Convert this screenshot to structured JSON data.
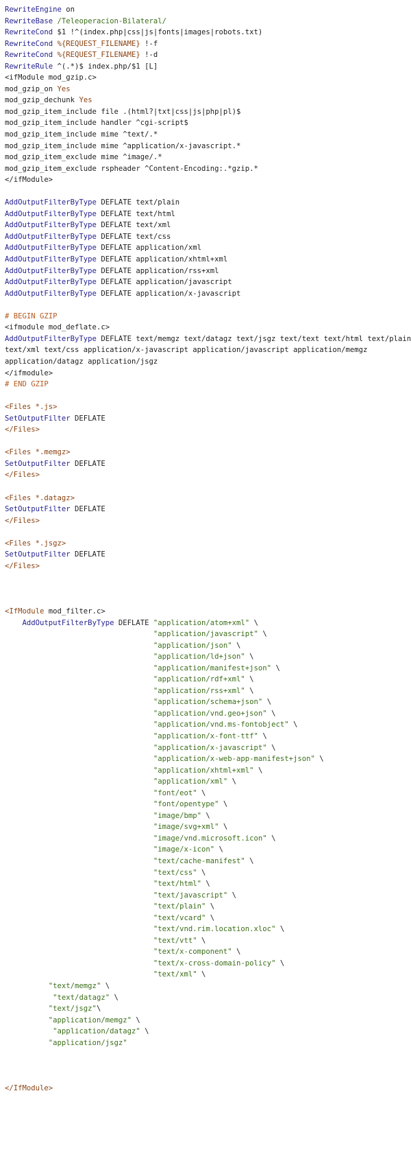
{
  "colors": {
    "directive": "#26238f",
    "string": "#3c6e1a",
    "variable": "#8a4413",
    "comment": "#b5591f",
    "text": "#1c1c1c",
    "background": "#ffffff"
  },
  "lines": [
    [
      {
        "t": "RewriteEngine",
        "c": "directive"
      },
      {
        "t": " on",
        "c": "plain"
      }
    ],
    [
      {
        "t": "RewriteBase",
        "c": "directive"
      },
      {
        "t": " /Teleoperacion-Bilateral/",
        "c": "string"
      }
    ],
    [
      {
        "t": "RewriteCond",
        "c": "directive"
      },
      {
        "t": " $1 !^(index.php|css|js|fonts|images|robots.txt)",
        "c": "plain"
      }
    ],
    [
      {
        "t": "RewriteCond",
        "c": "directive"
      },
      {
        "t": " %{REQUEST_FILENAME}",
        "c": "variable"
      },
      {
        "t": " !-f",
        "c": "plain"
      }
    ],
    [
      {
        "t": "RewriteCond",
        "c": "directive"
      },
      {
        "t": " %{REQUEST_FILENAME}",
        "c": "variable"
      },
      {
        "t": " !-d",
        "c": "plain"
      }
    ],
    [
      {
        "t": "RewriteRule",
        "c": "directive"
      },
      {
        "t": " ^(.*)$ index.php/$1 [L]",
        "c": "plain"
      }
    ],
    [
      {
        "t": "<ifModule mod_gzip.c>",
        "c": "plain"
      }
    ],
    [
      {
        "t": "mod_gzip_on ",
        "c": "plain"
      },
      {
        "t": "Yes",
        "c": "variable"
      }
    ],
    [
      {
        "t": "mod_gzip_dechunk ",
        "c": "plain"
      },
      {
        "t": "Yes",
        "c": "variable"
      }
    ],
    [
      {
        "t": "mod_gzip_item_include file .(html?|txt|css|js|php|pl)$",
        "c": "plain"
      }
    ],
    [
      {
        "t": "mod_gzip_item_include handler ^cgi-script$",
        "c": "plain"
      }
    ],
    [
      {
        "t": "mod_gzip_item_include mime ^text/.*",
        "c": "plain"
      }
    ],
    [
      {
        "t": "mod_gzip_item_include mime ^application/x-javascript.*",
        "c": "plain"
      }
    ],
    [
      {
        "t": "mod_gzip_item_exclude mime ^image/.*",
        "c": "plain"
      }
    ],
    [
      {
        "t": "mod_gzip_item_exclude rspheader ^Content-Encoding:.*gzip.*",
        "c": "plain"
      }
    ],
    [
      {
        "t": "</ifModule>",
        "c": "plain"
      }
    ],
    [],
    [
      {
        "t": "AddOutputFilterByType",
        "c": "directive"
      },
      {
        "t": " DEFLATE text/plain",
        "c": "plain"
      }
    ],
    [
      {
        "t": "AddOutputFilterByType",
        "c": "directive"
      },
      {
        "t": " DEFLATE text/html",
        "c": "plain"
      }
    ],
    [
      {
        "t": "AddOutputFilterByType",
        "c": "directive"
      },
      {
        "t": " DEFLATE text/xml",
        "c": "plain"
      }
    ],
    [
      {
        "t": "AddOutputFilterByType",
        "c": "directive"
      },
      {
        "t": " DEFLATE text/css",
        "c": "plain"
      }
    ],
    [
      {
        "t": "AddOutputFilterByType",
        "c": "directive"
      },
      {
        "t": " DEFLATE application/xml",
        "c": "plain"
      }
    ],
    [
      {
        "t": "AddOutputFilterByType",
        "c": "directive"
      },
      {
        "t": " DEFLATE application/xhtml+xml",
        "c": "plain"
      }
    ],
    [
      {
        "t": "AddOutputFilterByType",
        "c": "directive"
      },
      {
        "t": " DEFLATE application/rss+xml",
        "c": "plain"
      }
    ],
    [
      {
        "t": "AddOutputFilterByType",
        "c": "directive"
      },
      {
        "t": " DEFLATE application/javascript",
        "c": "plain"
      }
    ],
    [
      {
        "t": "AddOutputFilterByType",
        "c": "directive"
      },
      {
        "t": " DEFLATE application/x-javascript",
        "c": "plain"
      }
    ],
    [],
    [
      {
        "t": "# BEGIN GZIP",
        "c": "comment"
      }
    ],
    [
      {
        "t": "<ifmodule mod_deflate.c>",
        "c": "plain"
      }
    ],
    [
      {
        "t": "AddOutputFilterByType",
        "c": "directive"
      },
      {
        "t": " DEFLATE text/memgz text/datagz text/jsgz text/text text/html text/plain",
        "c": "plain"
      }
    ],
    [
      {
        "t": "text/xml text/css application/x-javascript application/javascript application/memgz",
        "c": "plain"
      }
    ],
    [
      {
        "t": "application/datagz application/jsgz",
        "c": "plain"
      }
    ],
    [
      {
        "t": "</ifmodule>",
        "c": "plain"
      }
    ],
    [
      {
        "t": "# END GZIP",
        "c": "comment"
      }
    ],
    [],
    [
      {
        "t": "<Files *.js>",
        "c": "variable"
      }
    ],
    [
      {
        "t": "SetOutputFilter",
        "c": "directive"
      },
      {
        "t": " DEFLATE",
        "c": "plain"
      }
    ],
    [
      {
        "t": "</Files>",
        "c": "variable"
      }
    ],
    [],
    [
      {
        "t": "<Files *.memgz>",
        "c": "variable"
      }
    ],
    [
      {
        "t": "SetOutputFilter",
        "c": "directive"
      },
      {
        "t": " DEFLATE",
        "c": "plain"
      }
    ],
    [
      {
        "t": "</Files>",
        "c": "variable"
      }
    ],
    [],
    [
      {
        "t": "<Files *.datagz>",
        "c": "variable"
      }
    ],
    [
      {
        "t": "SetOutputFilter",
        "c": "directive"
      },
      {
        "t": " DEFLATE",
        "c": "plain"
      }
    ],
    [
      {
        "t": "</Files>",
        "c": "variable"
      }
    ],
    [],
    [
      {
        "t": "<Files *.jsgz>",
        "c": "variable"
      }
    ],
    [
      {
        "t": "SetOutputFilter",
        "c": "directive"
      },
      {
        "t": " DEFLATE",
        "c": "plain"
      }
    ],
    [
      {
        "t": "</Files>",
        "c": "variable"
      }
    ],
    [],
    [],
    [],
    [
      {
        "t": "<IfModule",
        "c": "variable"
      },
      {
        "t": " mod_filter.c>",
        "c": "plain"
      }
    ],
    [
      {
        "t": "    ",
        "c": "plain"
      },
      {
        "t": "AddOutputFilterByType",
        "c": "directive"
      },
      {
        "t": " DEFLATE ",
        "c": "plain"
      },
      {
        "t": "\"application/atom+xml\"",
        "c": "string"
      },
      {
        "t": " \\",
        "c": "plain"
      }
    ],
    [
      {
        "t": "                                  ",
        "c": "plain"
      },
      {
        "t": "\"application/javascript\"",
        "c": "string"
      },
      {
        "t": " \\",
        "c": "plain"
      }
    ],
    [
      {
        "t": "                                  ",
        "c": "plain"
      },
      {
        "t": "\"application/json\"",
        "c": "string"
      },
      {
        "t": " \\",
        "c": "plain"
      }
    ],
    [
      {
        "t": "                                  ",
        "c": "plain"
      },
      {
        "t": "\"application/ld+json\"",
        "c": "string"
      },
      {
        "t": " \\",
        "c": "plain"
      }
    ],
    [
      {
        "t": "                                  ",
        "c": "plain"
      },
      {
        "t": "\"application/manifest+json\"",
        "c": "string"
      },
      {
        "t": " \\",
        "c": "plain"
      }
    ],
    [
      {
        "t": "                                  ",
        "c": "plain"
      },
      {
        "t": "\"application/rdf+xml\"",
        "c": "string"
      },
      {
        "t": " \\",
        "c": "plain"
      }
    ],
    [
      {
        "t": "                                  ",
        "c": "plain"
      },
      {
        "t": "\"application/rss+xml\"",
        "c": "string"
      },
      {
        "t": " \\",
        "c": "plain"
      }
    ],
    [
      {
        "t": "                                  ",
        "c": "plain"
      },
      {
        "t": "\"application/schema+json\"",
        "c": "string"
      },
      {
        "t": " \\",
        "c": "plain"
      }
    ],
    [
      {
        "t": "                                  ",
        "c": "plain"
      },
      {
        "t": "\"application/vnd.geo+json\"",
        "c": "string"
      },
      {
        "t": " \\",
        "c": "plain"
      }
    ],
    [
      {
        "t": "                                  ",
        "c": "plain"
      },
      {
        "t": "\"application/vnd.ms-fontobject\"",
        "c": "string"
      },
      {
        "t": " \\",
        "c": "plain"
      }
    ],
    [
      {
        "t": "                                  ",
        "c": "plain"
      },
      {
        "t": "\"application/x-font-ttf\"",
        "c": "string"
      },
      {
        "t": " \\",
        "c": "plain"
      }
    ],
    [
      {
        "t": "                                  ",
        "c": "plain"
      },
      {
        "t": "\"application/x-javascript\"",
        "c": "string"
      },
      {
        "t": " \\",
        "c": "plain"
      }
    ],
    [
      {
        "t": "                                  ",
        "c": "plain"
      },
      {
        "t": "\"application/x-web-app-manifest+json\"",
        "c": "string"
      },
      {
        "t": " \\",
        "c": "plain"
      }
    ],
    [
      {
        "t": "                                  ",
        "c": "plain"
      },
      {
        "t": "\"application/xhtml+xml\"",
        "c": "string"
      },
      {
        "t": " \\",
        "c": "plain"
      }
    ],
    [
      {
        "t": "                                  ",
        "c": "plain"
      },
      {
        "t": "\"application/xml\"",
        "c": "string"
      },
      {
        "t": " \\",
        "c": "plain"
      }
    ],
    [
      {
        "t": "                                  ",
        "c": "plain"
      },
      {
        "t": "\"font/eot\"",
        "c": "string"
      },
      {
        "t": " \\",
        "c": "plain"
      }
    ],
    [
      {
        "t": "                                  ",
        "c": "plain"
      },
      {
        "t": "\"font/opentype\"",
        "c": "string"
      },
      {
        "t": " \\",
        "c": "plain"
      }
    ],
    [
      {
        "t": "                                  ",
        "c": "plain"
      },
      {
        "t": "\"image/bmp\"",
        "c": "string"
      },
      {
        "t": " \\",
        "c": "plain"
      }
    ],
    [
      {
        "t": "                                  ",
        "c": "plain"
      },
      {
        "t": "\"image/svg+xml\"",
        "c": "string"
      },
      {
        "t": " \\",
        "c": "plain"
      }
    ],
    [
      {
        "t": "                                  ",
        "c": "plain"
      },
      {
        "t": "\"image/vnd.microsoft.icon\"",
        "c": "string"
      },
      {
        "t": " \\",
        "c": "plain"
      }
    ],
    [
      {
        "t": "                                  ",
        "c": "plain"
      },
      {
        "t": "\"image/x-icon\"",
        "c": "string"
      },
      {
        "t": " \\",
        "c": "plain"
      }
    ],
    [
      {
        "t": "                                  ",
        "c": "plain"
      },
      {
        "t": "\"text/cache-manifest\"",
        "c": "string"
      },
      {
        "t": " \\",
        "c": "plain"
      }
    ],
    [
      {
        "t": "                                  ",
        "c": "plain"
      },
      {
        "t": "\"text/css\"",
        "c": "string"
      },
      {
        "t": " \\",
        "c": "plain"
      }
    ],
    [
      {
        "t": "                                  ",
        "c": "plain"
      },
      {
        "t": "\"text/html\"",
        "c": "string"
      },
      {
        "t": " \\",
        "c": "plain"
      }
    ],
    [
      {
        "t": "                                  ",
        "c": "plain"
      },
      {
        "t": "\"text/javascript\"",
        "c": "string"
      },
      {
        "t": " \\",
        "c": "plain"
      }
    ],
    [
      {
        "t": "                                  ",
        "c": "plain"
      },
      {
        "t": "\"text/plain\"",
        "c": "string"
      },
      {
        "t": " \\",
        "c": "plain"
      }
    ],
    [
      {
        "t": "                                  ",
        "c": "plain"
      },
      {
        "t": "\"text/vcard\"",
        "c": "string"
      },
      {
        "t": " \\",
        "c": "plain"
      }
    ],
    [
      {
        "t": "                                  ",
        "c": "plain"
      },
      {
        "t": "\"text/vnd.rim.location.xloc\"",
        "c": "string"
      },
      {
        "t": " \\",
        "c": "plain"
      }
    ],
    [
      {
        "t": "                                  ",
        "c": "plain"
      },
      {
        "t": "\"text/vtt\"",
        "c": "string"
      },
      {
        "t": " \\",
        "c": "plain"
      }
    ],
    [
      {
        "t": "                                  ",
        "c": "plain"
      },
      {
        "t": "\"text/x-component\"",
        "c": "string"
      },
      {
        "t": " \\",
        "c": "plain"
      }
    ],
    [
      {
        "t": "                                  ",
        "c": "plain"
      },
      {
        "t": "\"text/x-cross-domain-policy\"",
        "c": "string"
      },
      {
        "t": " \\",
        "c": "plain"
      }
    ],
    [
      {
        "t": "                                  ",
        "c": "plain"
      },
      {
        "t": "\"text/xml\"",
        "c": "string"
      },
      {
        "t": " \\",
        "c": "plain"
      }
    ],
    [
      {
        "t": "          ",
        "c": "plain"
      },
      {
        "t": "\"text/memgz\"",
        "c": "string"
      },
      {
        "t": " \\",
        "c": "plain"
      }
    ],
    [
      {
        "t": "           ",
        "c": "plain"
      },
      {
        "t": "\"text/datagz\"",
        "c": "string"
      },
      {
        "t": " \\",
        "c": "plain"
      }
    ],
    [
      {
        "t": "          ",
        "c": "plain"
      },
      {
        "t": "\"text/jsgz\"",
        "c": "string"
      },
      {
        "t": "\\",
        "c": "plain"
      }
    ],
    [
      {
        "t": "          ",
        "c": "plain"
      },
      {
        "t": "\"application/memgz\"",
        "c": "string"
      },
      {
        "t": " \\",
        "c": "plain"
      }
    ],
    [
      {
        "t": "           ",
        "c": "plain"
      },
      {
        "t": "\"application/datagz\"",
        "c": "string"
      },
      {
        "t": " \\",
        "c": "plain"
      }
    ],
    [
      {
        "t": "          ",
        "c": "plain"
      },
      {
        "t": "\"application/jsgz\"",
        "c": "string"
      }
    ],
    [],
    [],
    [],
    [
      {
        "t": "</IfModule>",
        "c": "variable"
      }
    ]
  ]
}
